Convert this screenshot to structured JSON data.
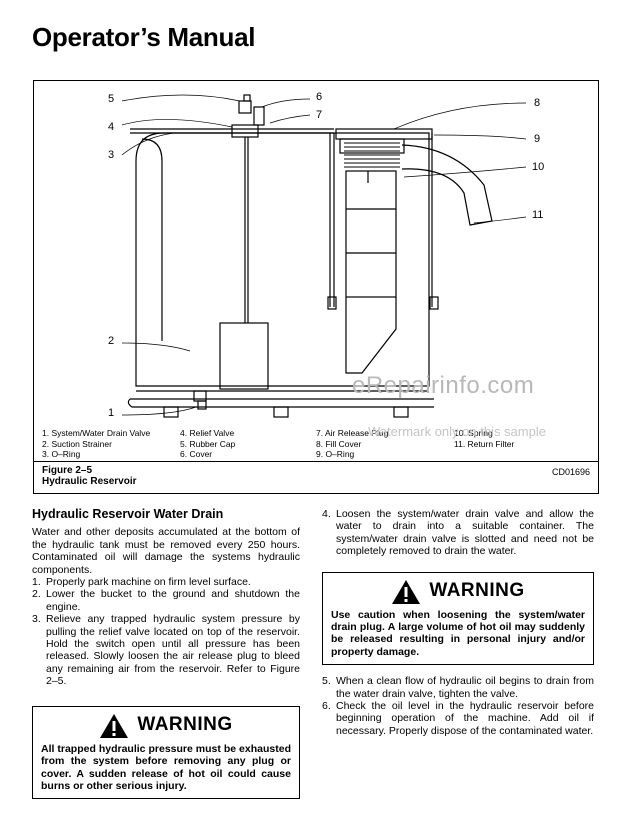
{
  "page_title": "Operator’s Manual",
  "figure": {
    "callouts": [
      "1",
      "2",
      "3",
      "4",
      "5",
      "6",
      "7",
      "8",
      "9",
      "10",
      "11"
    ],
    "legend": [
      "1.  System/Water Drain Valve",
      "2.  Suction Strainer",
      "3.  O–Ring",
      "4.  Relief Valve",
      "5.  Rubber Cap",
      "6.  Cover",
      "7.  Air Release Plug",
      "8.  Fill Cover",
      "9.  O–Ring",
      "10. Spring",
      "11. Return Filter"
    ],
    "caption_number": "Figure 2–5",
    "caption_title": "Hydraulic Reservoir",
    "code": "CD01696"
  },
  "watermark": {
    "main": "eRepairinfo.com",
    "sub": "Watermark only on this sample"
  },
  "section": {
    "heading": "Hydraulic Reservoir Water Drain",
    "intro": "Water and other deposits accumulated at the bottom of the hydraulic tank must be removed every 250 hours. Contaminated oil will damage the systems hydraulic components.",
    "steps": [
      {
        "num": "1.",
        "text": "Properly park machine on firm level surface."
      },
      {
        "num": "2.",
        "text": "Lower the bucket to the ground and shutdown the engine."
      },
      {
        "num": "3.",
        "text": "Relieve any trapped hydraulic system pressure by pulling the relief valve located on top of the reservoir. Hold the switch open until all pressure has been released. Slowly loosen the air release plug to bleed any remaining air from the reservoir. Refer to Figure 2–5."
      },
      {
        "num": "4.",
        "text": "Loosen the system/water drain valve and allow the water to drain into a suitable container. The system/water drain valve is slotted and need not be completely removed to drain the water."
      },
      {
        "num": "5.",
        "text": "When a clean flow of hydraulic oil begins to drain from the water drain valve, tighten the valve."
      },
      {
        "num": "6.",
        "text": "Check the oil level in the hydraulic reservoir before beginning operation of the machine. Add oil if necessary. Properly dispose of the contaminated water."
      }
    ],
    "warning_label": "WARNING",
    "warning1": "All trapped hydraulic pressure must be exhausted from the system before removing any plug or cover. A sudden release of hot oil could cause burns or other serious injury.",
    "warning2": "Use caution when loosening the system/water drain plug. A large volume of hot oil may suddenly be released resulting in personal injury and/or property damage."
  }
}
